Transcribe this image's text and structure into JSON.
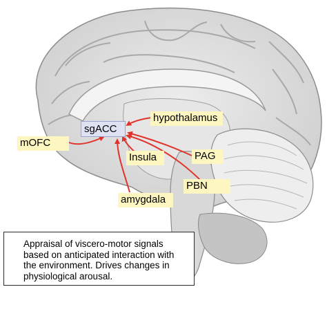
{
  "diagram": {
    "nodes": {
      "sgacc": "sgACC",
      "hypothalamus": "hypothalamus",
      "mofc": "mOFC",
      "insula": "Insula",
      "pag": "PAG",
      "pbn": "PBN",
      "amygdala": "amygdala"
    },
    "arrow_color": "#e0332b",
    "label_fill": "#fdf6c0",
    "center_fill": "#dfe2f3",
    "caption": "Appraisal of viscero-motor signals based on anticipated interaction with the environment. Drives changes in physiological arousal."
  }
}
